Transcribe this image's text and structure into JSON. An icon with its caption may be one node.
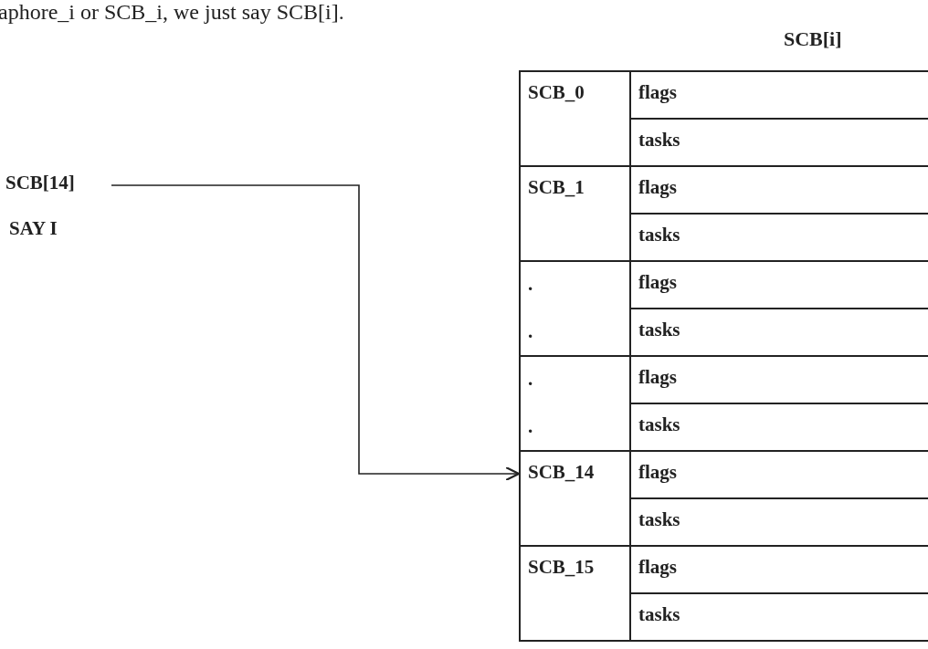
{
  "diagram": {
    "nodes": [
      {
        "text": [
          "SCB[14]"
        ]
      },
      {
        "text": [
          "SCB_0"
        ]
      },
      {
        "text": [
          "flags"
        ]
      },
      {
        "text": [
          "tasks"
        ]
      },
      {
        "text": [
          "SCB_1"
        ]
      },
      {
        "text": [
          "flags"
        ]
      },
      {
        "text": [
          "tasks"
        ]
      },
      {
        "text": [
          ".",
          "."
        ]
      },
      {
        "text": [
          "flags"
        ]
      },
      {
        "text": [
          "tasks"
        ]
      },
      {
        "text": [
          ".",
          "."
        ]
      },
      {
        "text": [
          "flags"
        ]
      },
      {
        "text": [
          "tasks"
        ]
      },
      {
        "text": [
          "SCB_14"
        ]
      },
      {
        "text": [
          "flags"
        ]
      },
      {
        "text": [
          "tasks"
        ]
      },
      {
        "text": [
          "SCB_15"
        ]
      },
      {
        "text": [
          "flags"
        ]
      },
      {
        "text": [
          "tasks"
        ]
      }
    ],
    "edges": [
      {
        "from": 0,
        "to": 13,
        "arrow": "to"
      }
    ],
    "labels": [
      "aphore_i or SCB_i, we just say SCB[i].",
      "SCB[i]",
      "SAY I"
    ]
  }
}
